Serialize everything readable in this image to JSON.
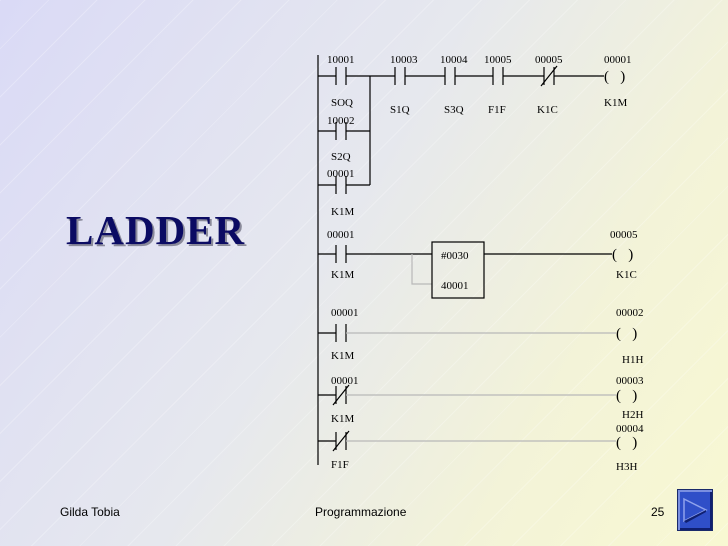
{
  "title": "LADDER",
  "footer": {
    "author": "Gilda Tobia",
    "subject": "Programmazione",
    "page": "25"
  },
  "rung1": {
    "addr_10001": "10001",
    "name_soq": "SOQ",
    "addr_10002": "10002",
    "name_s2q": "S2Q",
    "addr_00001": "00001",
    "name_k1m": "K1M",
    "addr_10003": "10003",
    "name_s1q": "S1Q",
    "addr_10004": "10004",
    "name_s3q": "S3Q",
    "addr_10005": "10005",
    "name_f1f": "F1F",
    "addr_00005": "00005",
    "name_k1c": "K1C",
    "coil_addr": "00001",
    "coil_name": "K1M"
  },
  "rung2": {
    "contact_addr": "00001",
    "contact_name": "K1M",
    "block_line1": "#0030",
    "block_line2": "40001",
    "coil_addr": "00005",
    "coil_name": "K1C"
  },
  "rung3": {
    "contact_addr": "00001",
    "contact_name": "K1M",
    "coil_addr": "00002",
    "coil_name": "H1H"
  },
  "rung4": {
    "contact_addr": "00001",
    "contact_name": "K1M",
    "coil_addr": "00003",
    "coil_name": "H2H"
  },
  "rung5": {
    "contact_name": "F1F",
    "coil_addr": "00004",
    "coil_name": "H3H"
  },
  "coil_symbol": "(   )"
}
